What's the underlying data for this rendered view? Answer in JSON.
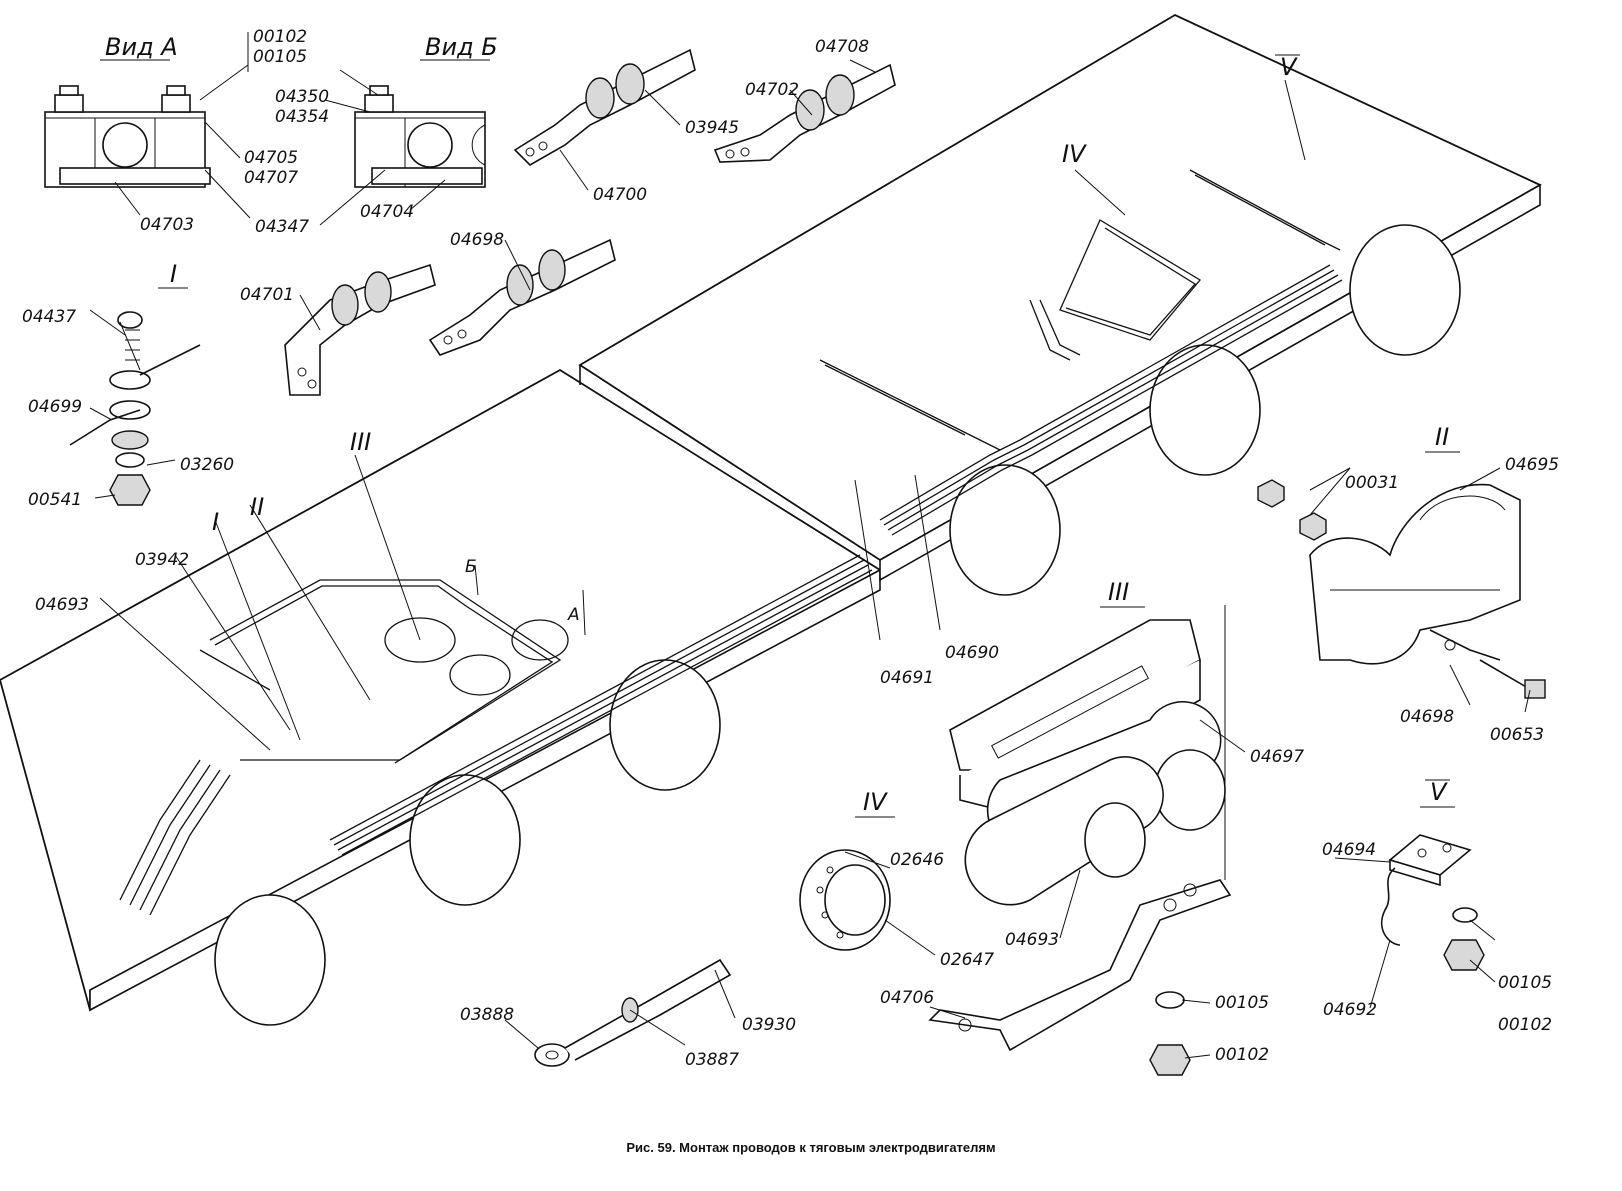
{
  "caption": "Рис. 59. Монтаж проводов к тяговым электродвигателям",
  "views": {
    "view_a": "Вид А",
    "view_b": "Вид Б"
  },
  "section_marks": {
    "I": "I",
    "II": "II",
    "III": "III",
    "IV": "IV",
    "V": "V"
  },
  "arrow_marks": {
    "A": "А",
    "B": "Б"
  },
  "labels": {
    "p00102a": "00102",
    "p00105a": "00105",
    "p04350": "04350",
    "p04354": "04354",
    "p04705": "04705",
    "p04707": "04707",
    "p04703": "04703",
    "p04347": "04347",
    "p04704": "04704",
    "p03945": "03945",
    "p04700": "04700",
    "p04708": "04708",
    "p04702": "04702",
    "p04701": "04701",
    "p04698a": "04698",
    "p04437": "04437",
    "p04699": "04699",
    "p03260": "03260",
    "p00541": "00541",
    "p03942": "03942",
    "p04693a": "04693",
    "p04690": "04690",
    "p04691": "04691",
    "p00031": "00031",
    "p04695": "04695",
    "p04698b": "04698",
    "p00653": "00653",
    "p04697": "04697",
    "p04693b": "04693",
    "p02646": "02646",
    "p02647": "02647",
    "p03888": "03888",
    "p03887": "03887",
    "p03930": "03930",
    "p04706": "04706",
    "p00105b": "00105",
    "p00102b": "00102",
    "p04694": "04694",
    "p04692": "04692",
    "p00105c": "00105",
    "p00102c": "00102"
  }
}
